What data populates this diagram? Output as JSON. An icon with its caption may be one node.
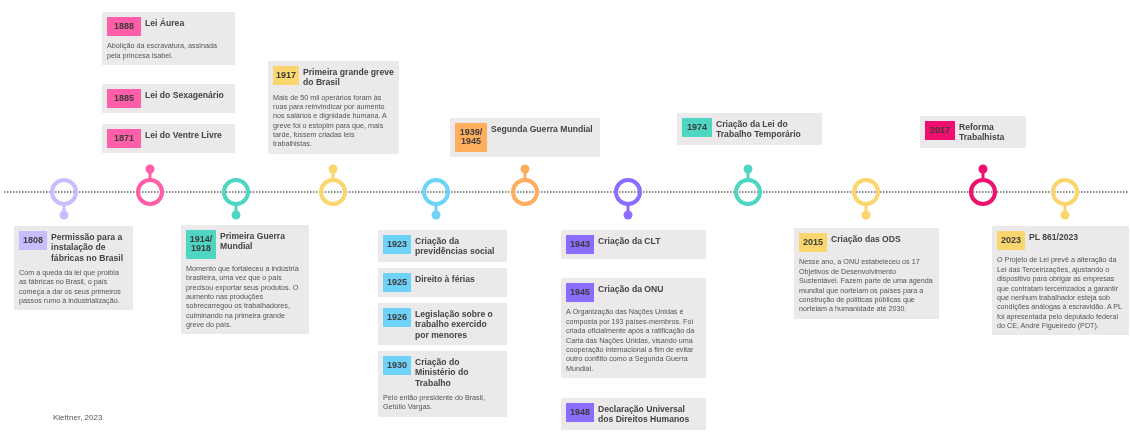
{
  "diagram": {
    "nodes": [
      {
        "text": [
          "1888",
          "Lei Áurea",
          "Abolição da escravatura, assinada pela princesa Isabel."
        ]
      },
      {
        "text": [
          "1885",
          "Lei do Sexagenário"
        ]
      },
      {
        "text": [
          "1871",
          "Lei do Ventre Livre"
        ]
      },
      {
        "text": [
          "1917",
          "Primeira grande greve do Brasil",
          "Mais de 50 mil operários foram às ruas para reinvindicar por aumento nos salários e dignidade humana. A greve foi o estopim para que, mais tarde, fossem criadas leis trabalhistas."
        ]
      },
      {
        "text": [
          "1939/ 1945",
          "Segunda Guerra Mundial"
        ]
      },
      {
        "text": [
          "1974",
          "Criação da Lei do Trabalho Temporário"
        ]
      },
      {
        "text": [
          "2017",
          "Reforma Trabalhista"
        ]
      },
      {
        "text": [
          "1808",
          "Permissão para a instalação de fábricas no Brasil",
          "Com a queda da lei que proibia as fábricas no Brasil, o país começa a dar os seus primeiros passos rumo à industrialização."
        ]
      },
      {
        "text": [
          "1914/ 1918",
          "Primeira Guerra Mundial",
          "Momento que fortaleceu a indústria brasileira, uma vez que o país precisou exportar seus produtos. O aumento nas produções sobrecarregou os trabalhadores, culminando na primeira grande greve do país."
        ]
      },
      {
        "text": [
          "1923",
          "Criação da previdências social"
        ]
      },
      {
        "text": [
          "1925",
          "Direito à férias"
        ]
      },
      {
        "text": [
          "1926",
          "Legislação sobre o trabalho exercido por menores"
        ]
      },
      {
        "text": [
          "1930",
          "Criação do Ministério do Trabalho",
          "Pelo então presidente do Brasil, Getúlio Vargas."
        ]
      },
      {
        "text": [
          "1943",
          "Criação da CLT"
        ]
      },
      {
        "text": [
          "1945",
          "Criação da ONU",
          "A Organização das Nações Unidas é composta por 193 países-membros. Foi criada oficialmente após a ratificação da Carta das Nações Unidas, visando uma cooperação internacional a fim de evitar outro conflito como a Segunda Guerra Mundial."
        ]
      },
      {
        "text": [
          "1948",
          "Declaração Universal dos Direitos Humanos"
        ]
      },
      {
        "text": [
          "2015",
          "Criação das ODS",
          "Nesse ano, a ONU estabeleceu os 17 Objetivos de Desenvolvimento Sustentável. Fazem parte de uma agenda mundial que norteiam os países para a construção de políticas públicas que norteiam a humanidade até 2030."
        ]
      },
      {
        "text": [
          "2023",
          "PL 861/2023",
          "O Projeto de Lei prevê a alteração da Lei das Terceirizações, ajustando o dispositivo para obrigar as empresas que contratam terceirizados a garantir que nenhum trabalhador esteja sob condições análogas à escravidão. A PL foi apresentada pelo deputado federal do CE, André Figueiredo (PDT)."
        ]
      }
    ],
    "labels": [
      "Klettner, 2023"
    ]
  }
}
